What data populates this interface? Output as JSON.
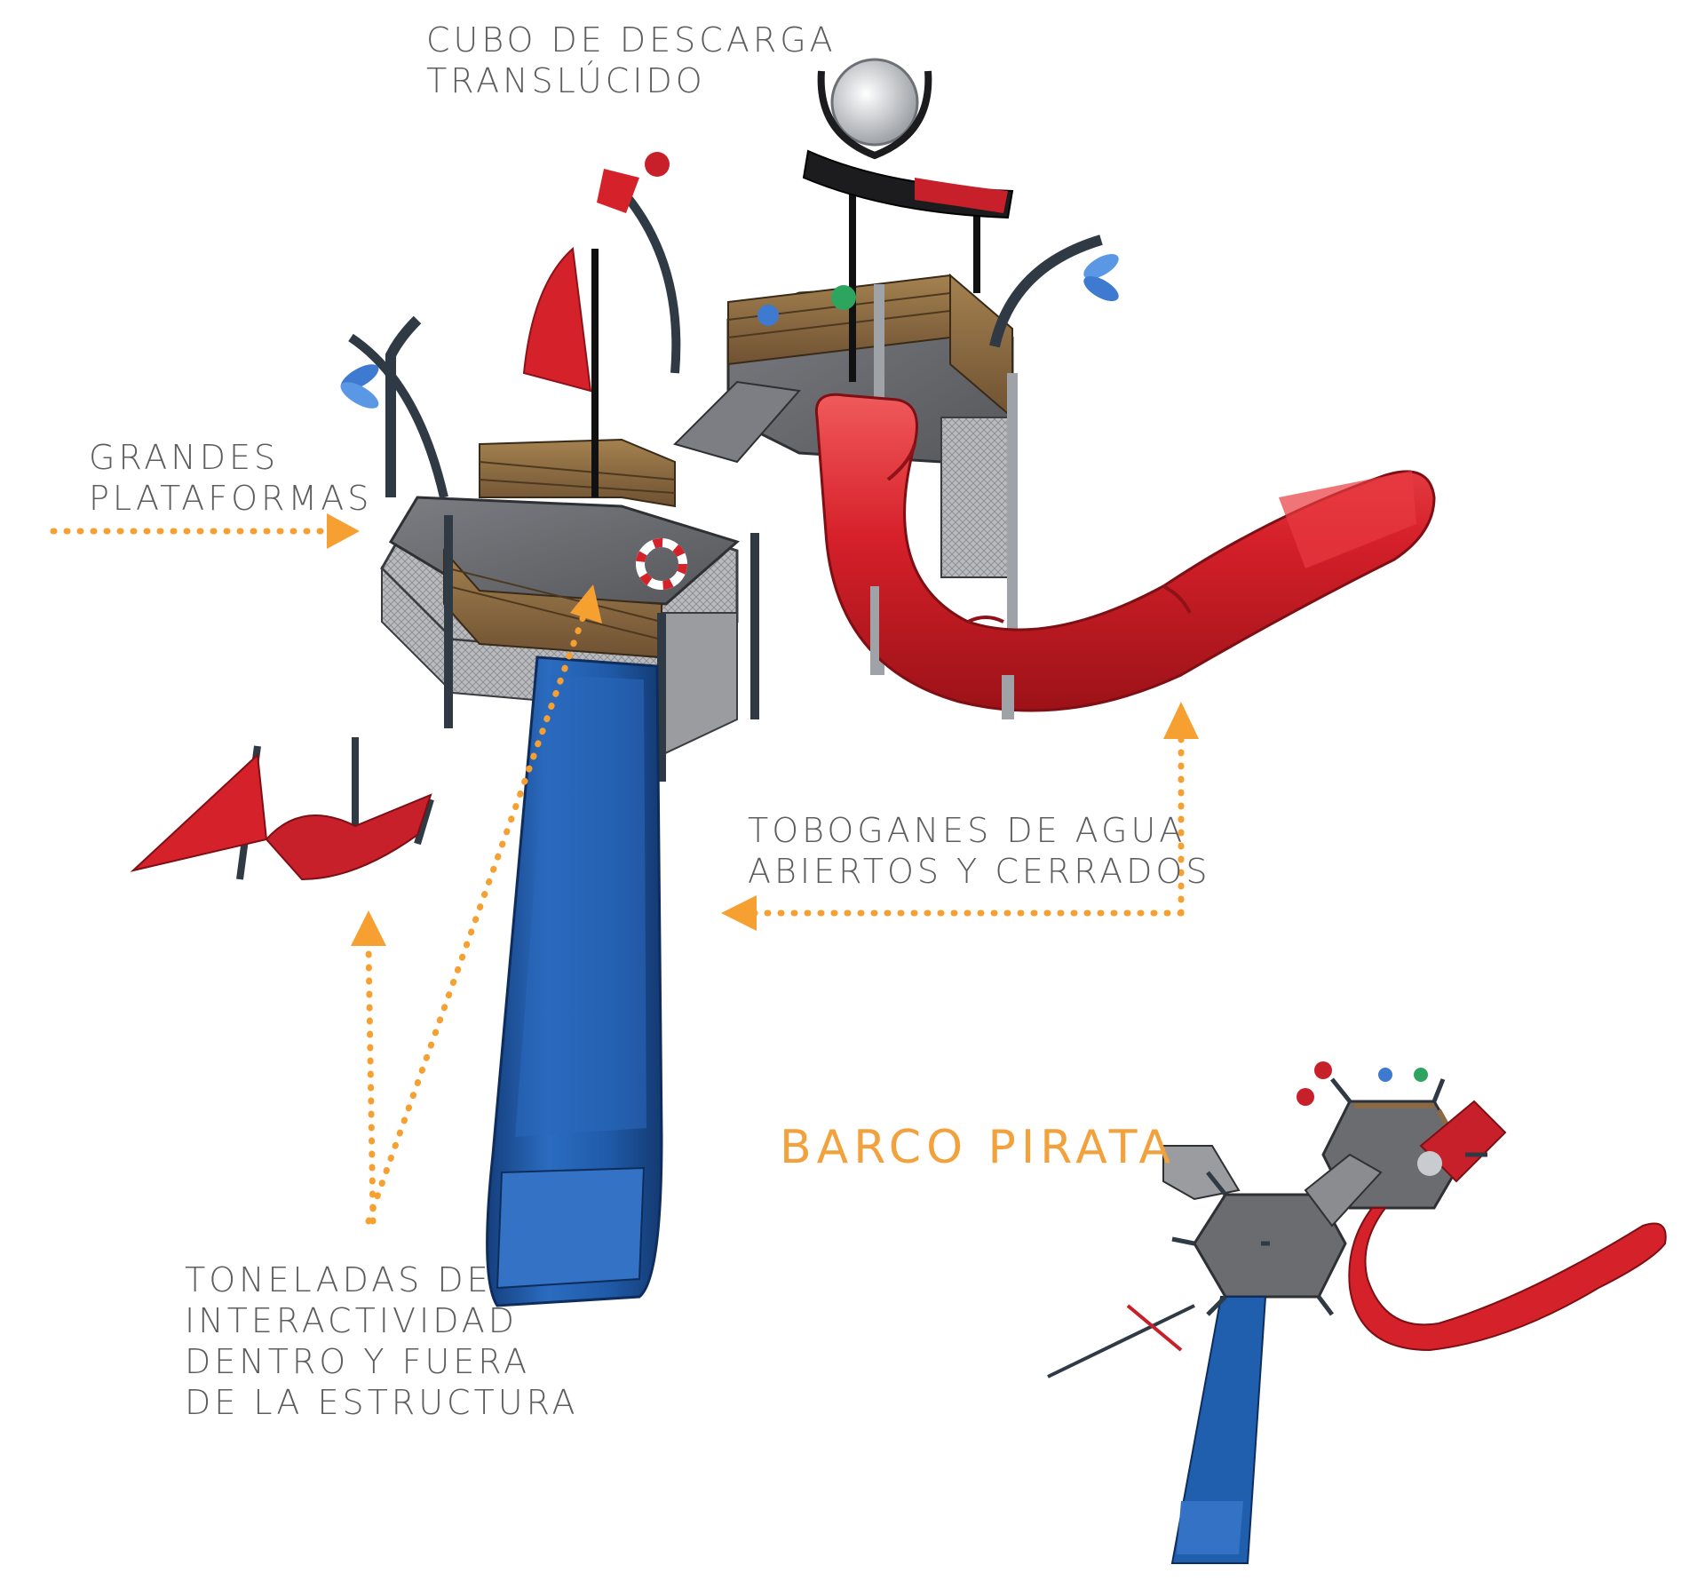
{
  "labels": {
    "cubo": [
      "CUBO DE DESCARGA",
      "TRANSLÚCIDO"
    ],
    "plataformas": [
      "GRANDES",
      "PLATAFORMAS"
    ],
    "toboganes": [
      "TOBOGANES DE AGUA",
      "ABIERTOS Y CERRADOS"
    ],
    "toneladas": [
      "TONELADAS DE",
      "INTERACTIVIDAD",
      "DENTRO Y FUERA",
      "DE LA ESTRUCTURA"
    ],
    "title": "BARCO PIRATA"
  },
  "colors": {
    "accent_orange": "#f5a030",
    "slide_blue": "#1f5fae",
    "slide_red": "#d5222a",
    "wood": "#8a6a44",
    "deck_gray": "#6a6c70",
    "text_gray": "#5d5d5d"
  }
}
